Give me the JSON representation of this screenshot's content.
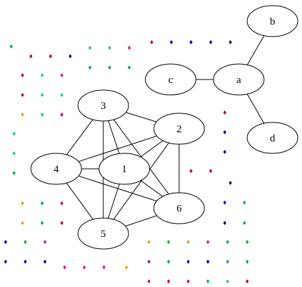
{
  "graph": {
    "nodes": [
      {
        "id": "3",
        "label": "3"
      },
      {
        "id": "2",
        "label": "2"
      },
      {
        "id": "4",
        "label": "4"
      },
      {
        "id": "1",
        "label": "1"
      },
      {
        "id": "6",
        "label": "6"
      },
      {
        "id": "5",
        "label": "5"
      },
      {
        "id": "b",
        "label": "b"
      },
      {
        "id": "c",
        "label": "c"
      },
      {
        "id": "a",
        "label": "a"
      },
      {
        "id": "d",
        "label": "d"
      }
    ],
    "edges": [
      [
        "3",
        "2"
      ],
      [
        "3",
        "4"
      ],
      [
        "3",
        "1"
      ],
      [
        "3",
        "6"
      ],
      [
        "3",
        "5"
      ],
      [
        "2",
        "4"
      ],
      [
        "2",
        "1"
      ],
      [
        "2",
        "6"
      ],
      [
        "2",
        "5"
      ],
      [
        "4",
        "1"
      ],
      [
        "4",
        "6"
      ],
      [
        "4",
        "5"
      ],
      [
        "1",
        "6"
      ],
      [
        "1",
        "5"
      ],
      [
        "6",
        "5"
      ],
      [
        "c",
        "a"
      ],
      [
        "a",
        "b"
      ],
      [
        "a",
        "d"
      ]
    ]
  },
  "colors": {
    "node_fill": "#ffffff",
    "node_stroke": "#000000",
    "edge": "#000000",
    "dot_palette": [
      "#e8a000",
      "#00b040",
      "#20c0a0",
      "#c00070",
      "#c00020",
      "#0000a0",
      "#e01090"
    ]
  }
}
